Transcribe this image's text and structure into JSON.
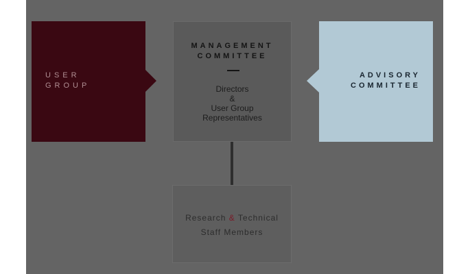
{
  "diagram": {
    "user_group": {
      "line1": "USER",
      "line2": "GROUP"
    },
    "management": {
      "title_line1": "MANAGEMENT",
      "title_line2": "COMMITTEE",
      "body_line1": "Directors",
      "body_line2": "&",
      "body_line3": "User Group",
      "body_line4": "Representatives"
    },
    "advisory": {
      "line1": "ADVISORY",
      "line2": "COMMITTEE"
    },
    "staff": {
      "line1_a": "Research ",
      "line1_amp": "&",
      "line1_b": " Technical",
      "line2": "Staff Members"
    }
  }
}
